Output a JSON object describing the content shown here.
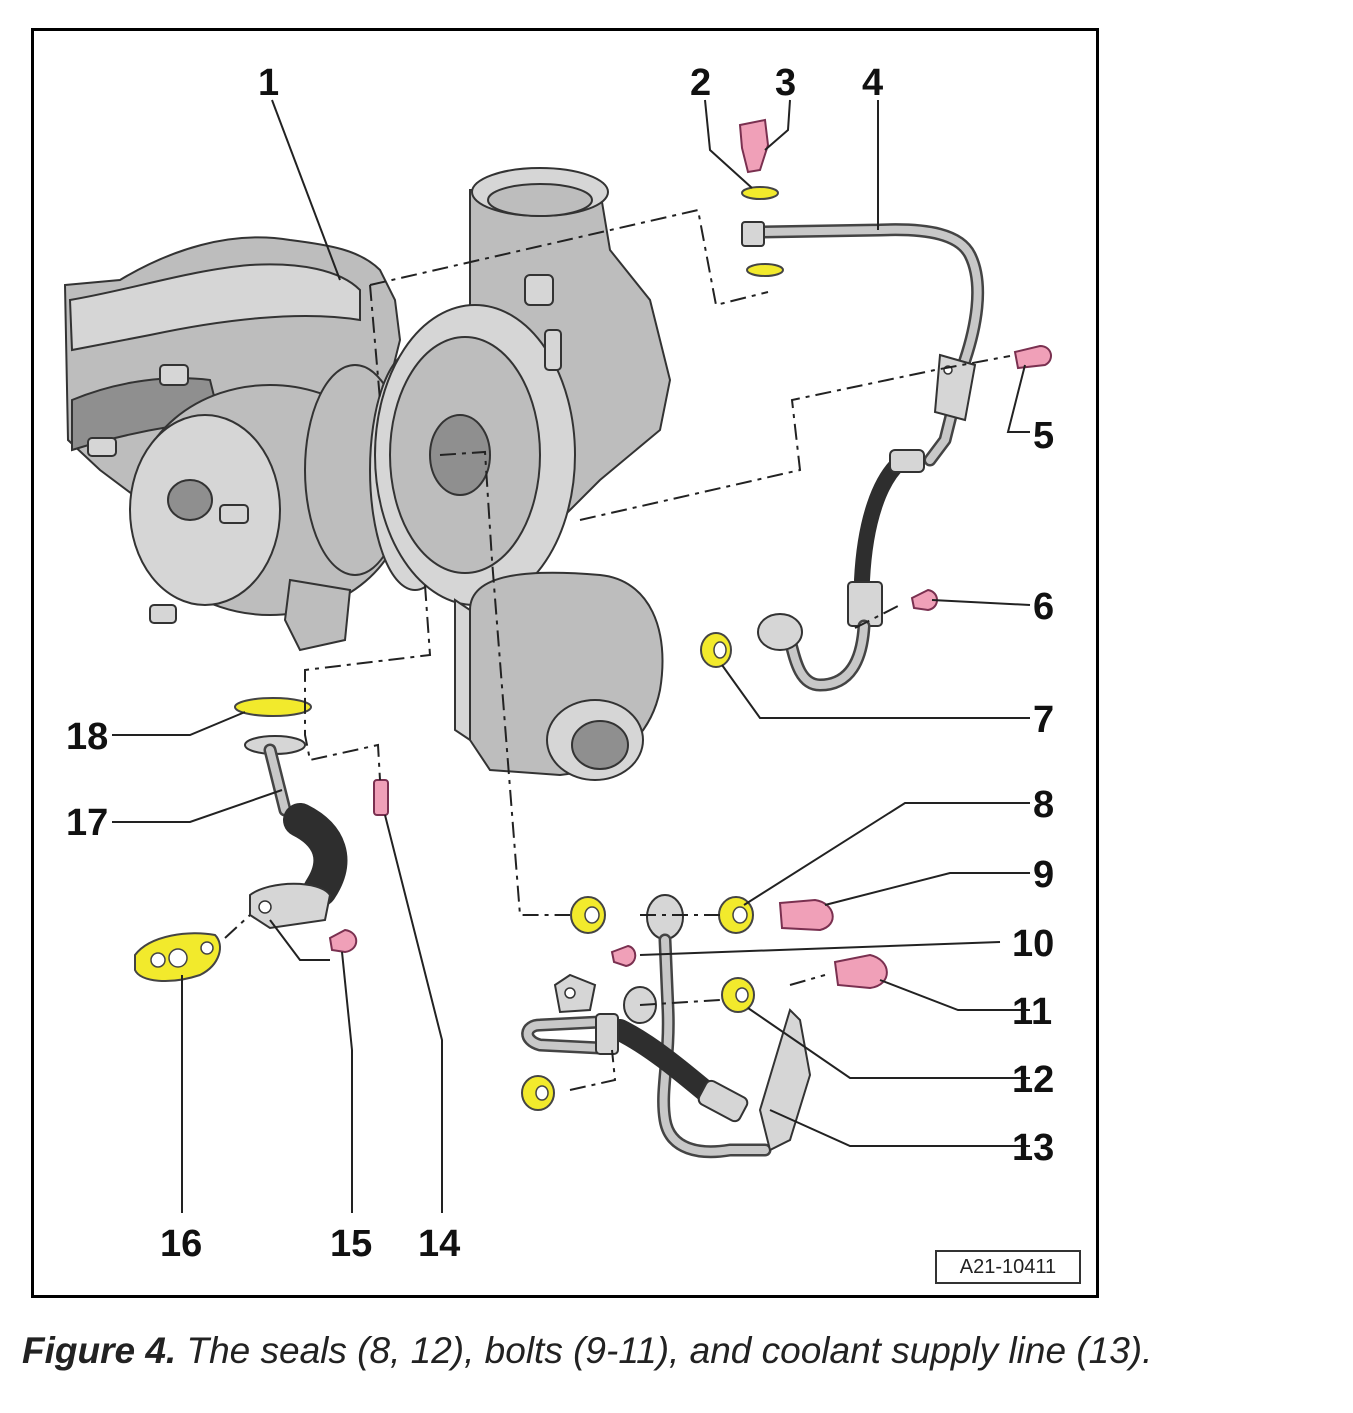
{
  "figure": {
    "reference_code": "A21-10411",
    "caption_label": "Figure 4.",
    "caption_text": "The seals (8, 12), bolts (9-11), and coolant supply line (13).",
    "callouts": [
      "1",
      "2",
      "3",
      "4",
      "5",
      "6",
      "7",
      "8",
      "9",
      "10",
      "11",
      "12",
      "13",
      "14",
      "15",
      "16",
      "17",
      "18"
    ],
    "colors": {
      "seal": "#f2ea2c",
      "bolt": "#f0a0b8",
      "metal": "#bdbdbd",
      "hose": "#2e2e2e"
    }
  }
}
